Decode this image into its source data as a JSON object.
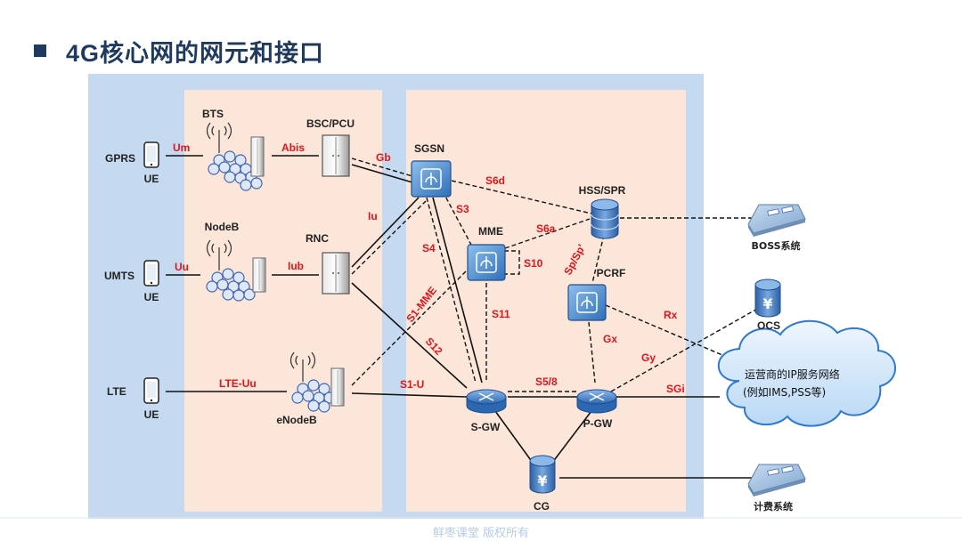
{
  "title": "4G核心网的网元和接口",
  "footer": "鲜枣课堂 版权所有",
  "access": {
    "gprs": "GPRS",
    "umts": "UMTS",
    "lte": "LTE",
    "ue": "UE"
  },
  "nodes": {
    "bts": "BTS",
    "bsc": "BSC/PCU",
    "nodeb": "NodeB",
    "rnc": "RNC",
    "enodeb": "eNodeB",
    "sgsn": "SGSN",
    "mme": "MME",
    "hss": "HSS/SPR",
    "pcrf": "PCRF",
    "sgw": "S-GW",
    "pgw": "P-GW",
    "cg": "CG",
    "ocs": "OCS",
    "boss": "BOSS系统",
    "billing": "计费系统"
  },
  "cloud": {
    "line1": "运营商的IP服务网络",
    "line2": "(例如IMS,PSS等)"
  },
  "interfaces": {
    "um": "Um",
    "abis": "Abis",
    "gb": "Gb",
    "uu": "Uu",
    "iub": "Iub",
    "iu": "Iu",
    "lteuu": "LTE-Uu",
    "s1u": "S1-U",
    "s1mme": "S1-MME",
    "s12": "S12",
    "s3": "S3",
    "s4": "S4",
    "s6d": "S6d",
    "s6a": "S6a",
    "s10": "S10",
    "s11": "S11",
    "sp": "Sp/Sp'",
    "rx": "Rx",
    "gx": "Gx",
    "gy": "Gy",
    "s58": "S5/8",
    "sgi": "SGi"
  },
  "colors": {
    "title": "#1f3a5f",
    "interface_label": "#e0151b",
    "outer_panel": "#c5daf0",
    "inner_panel": "#fbe6d9"
  }
}
